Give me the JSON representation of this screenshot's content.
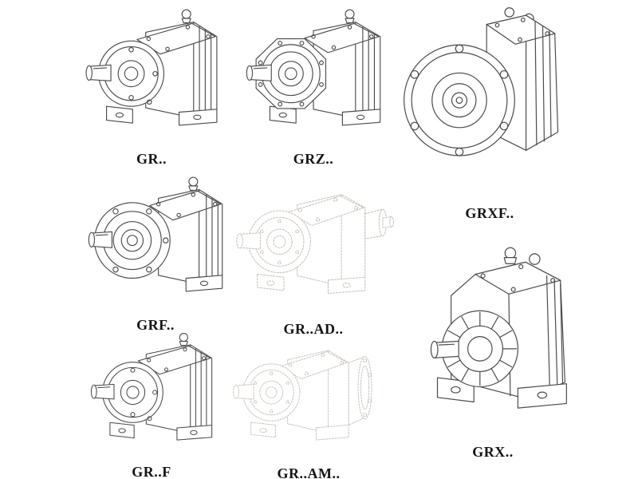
{
  "page": {
    "background": "#ffffff",
    "line_color": "#4b4b4b",
    "faint_line_color": "#c4bcb3",
    "label_color": "#141414",
    "description": "Gear reducer model lineup line drawings"
  },
  "models": [
    {
      "id": "gr",
      "label": "GR..",
      "style": "solid"
    },
    {
      "id": "grz",
      "label": "GRZ..",
      "style": "solid"
    },
    {
      "id": "grxf",
      "label": "GRXF..",
      "style": "solid"
    },
    {
      "id": "grf",
      "label": "GRF..",
      "style": "solid"
    },
    {
      "id": "gr-ad",
      "label": "GR..AD..",
      "style": "faint"
    },
    {
      "id": "gr-f",
      "label": "GR..F",
      "style": "solid"
    },
    {
      "id": "gr-am",
      "label": "GR..AM..",
      "style": "faint"
    },
    {
      "id": "grx",
      "label": "GRX..",
      "style": "solid"
    }
  ]
}
